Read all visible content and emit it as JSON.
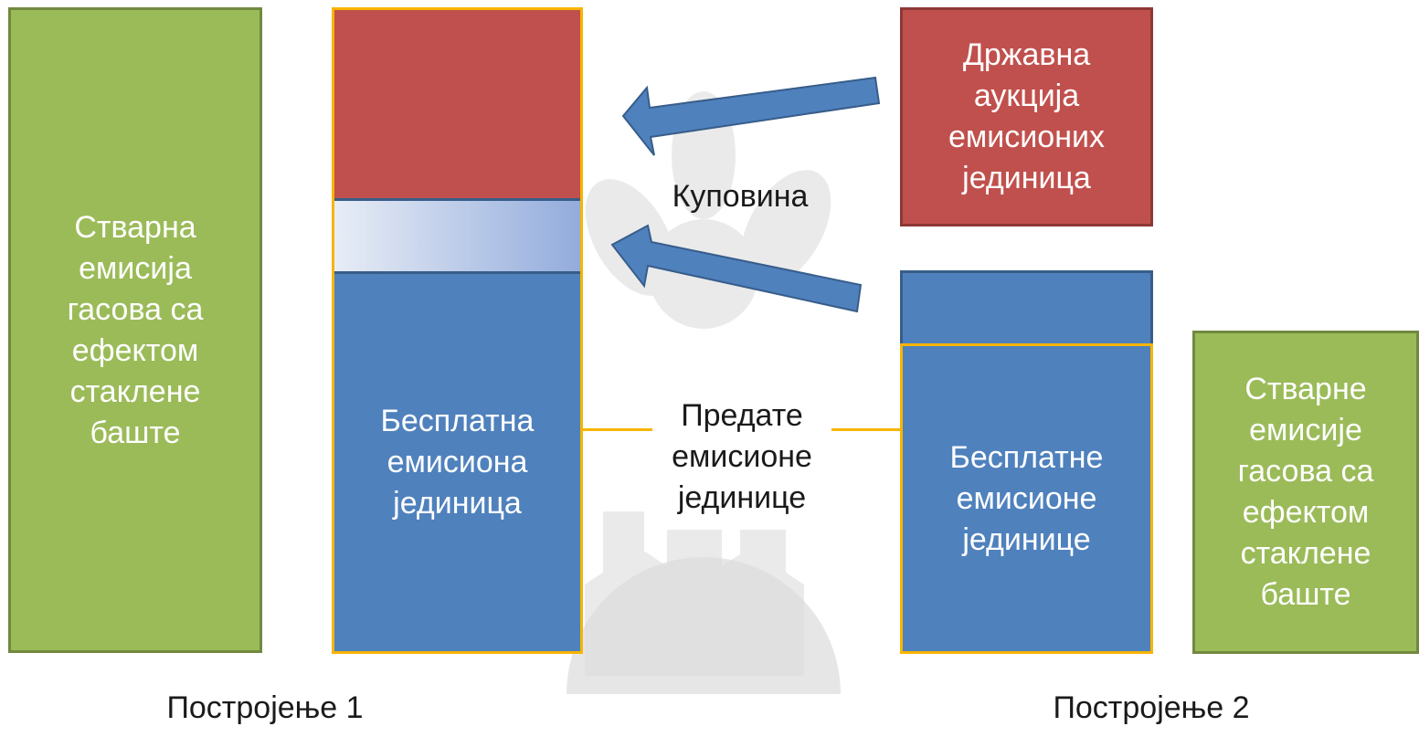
{
  "plant1": {
    "actual_emissions": "Стварна\nемисија\nгасова са\nефектом\nстаклене\nбаште",
    "free_allowance": "Бесплатна\nемисиона\nјединица",
    "label": "Постројење 1"
  },
  "plant2": {
    "free_allowances": "Бесплатне\nемисионе\nјединице",
    "actual_emissions": "Стварне\nемисије\nгасова са\nефектом\nстаклене\nбаште",
    "label": "Постројење 2"
  },
  "auction": "Државна\nаукција\nемисионих\nјединица",
  "purchase": "Куповина",
  "transferred": "Предате\nемисионе\nјединице",
  "colors": {
    "green": "#9bbb59",
    "red": "#c0504d",
    "blue": "#4f81bd",
    "outline_gold": "#f7b500"
  }
}
